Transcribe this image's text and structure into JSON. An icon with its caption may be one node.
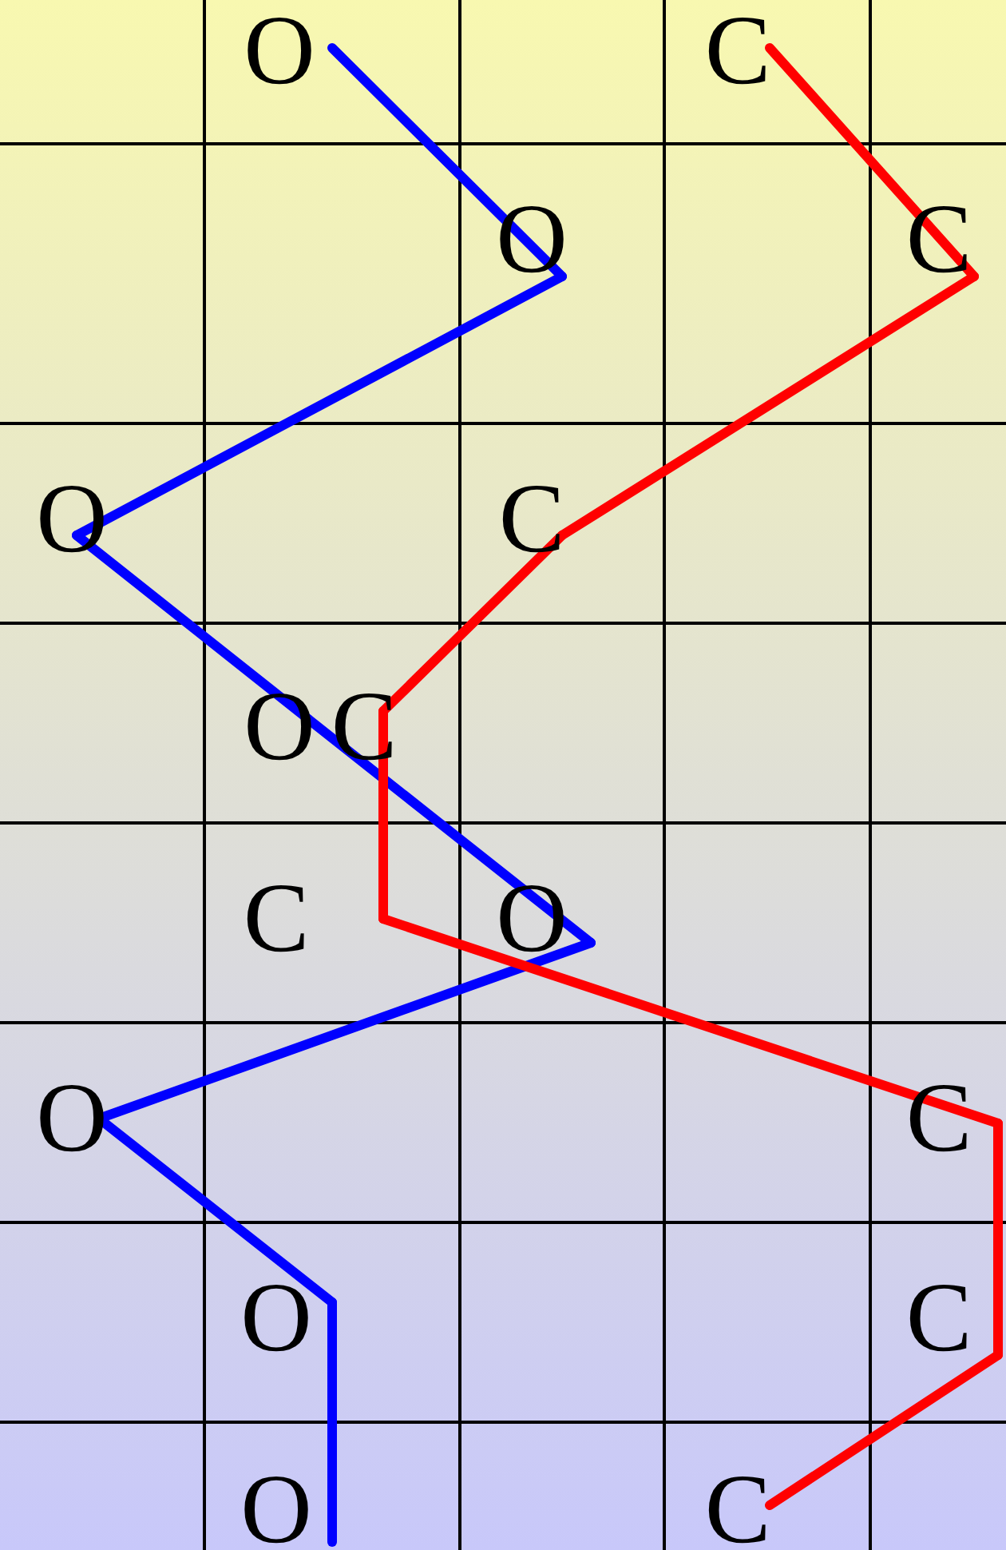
{
  "diagram": {
    "nodes": [
      {
        "text": [
          "O"
        ]
      },
      {
        "text": [
          "C"
        ]
      },
      {
        "text": [
          "O"
        ]
      },
      {
        "text": [
          "C"
        ]
      },
      {
        "text": [
          "O"
        ]
      },
      {
        "text": [
          "C"
        ]
      },
      {
        "text": [
          "O"
        ]
      },
      {
        "text": [
          "C"
        ]
      },
      {
        "text": [
          "C"
        ]
      },
      {
        "text": [
          "O"
        ]
      },
      {
        "text": [
          "O"
        ]
      },
      {
        "text": [
          "C"
        ]
      },
      {
        "text": [
          "O"
        ]
      },
      {
        "text": [
          "C"
        ]
      },
      {
        "text": [
          "O"
        ]
      },
      {
        "text": [
          "C"
        ]
      }
    ],
    "edges": [
      {
        "from": 0,
        "to": 2,
        "arrow": "none",
        "color": "#0000ff"
      },
      {
        "from": 2,
        "to": 4,
        "arrow": "none",
        "color": "#0000ff"
      },
      {
        "from": 4,
        "to": 6,
        "arrow": "none",
        "color": "#0000ff"
      },
      {
        "from": 6,
        "to": 9,
        "arrow": "none",
        "color": "#0000ff"
      },
      {
        "from": 9,
        "to": 10,
        "arrow": "none",
        "color": "#0000ff"
      },
      {
        "from": 10,
        "to": 12,
        "arrow": "none",
        "color": "#0000ff"
      },
      {
        "from": 12,
        "to": 14,
        "arrow": "none",
        "color": "#0000ff"
      },
      {
        "from": 1,
        "to": 3,
        "arrow": "none",
        "color": "#ff0000"
      },
      {
        "from": 3,
        "to": 5,
        "arrow": "none",
        "color": "#ff0000"
      },
      {
        "from": 5,
        "to": 7,
        "arrow": "none",
        "color": "#ff0000"
      },
      {
        "from": 7,
        "to": 8,
        "arrow": "none",
        "color": "#ff0000"
      },
      {
        "from": 8,
        "to": 11,
        "arrow": "none",
        "color": "#ff0000"
      },
      {
        "from": 11,
        "to": 13,
        "arrow": "none",
        "color": "#ff0000"
      },
      {
        "from": 13,
        "to": 15,
        "arrow": "none",
        "color": "#ff0000"
      }
    ]
  }
}
